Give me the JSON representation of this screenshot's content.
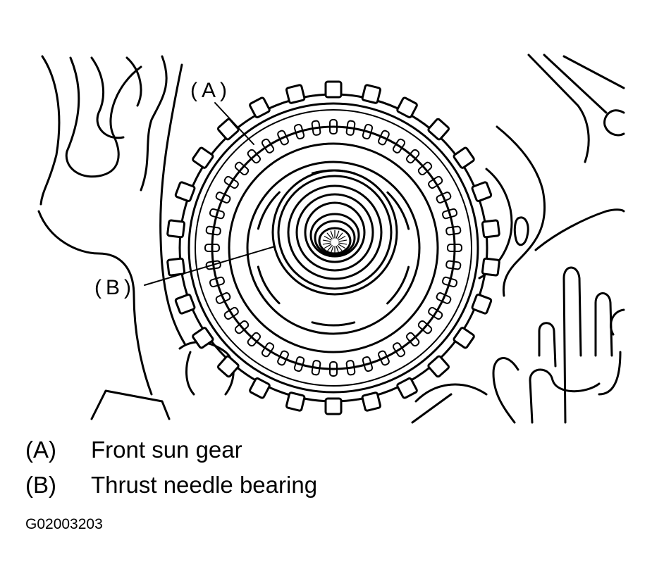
{
  "callouts": {
    "a": "(A)",
    "b": "(B)"
  },
  "legend": [
    {
      "code": "(A)",
      "label": "Front sun gear"
    },
    {
      "code": "(B)",
      "label": "Thrust needle bearing"
    }
  ],
  "figure_id": "G02003203"
}
